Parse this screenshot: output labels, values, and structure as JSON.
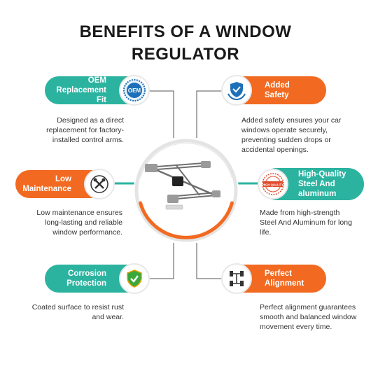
{
  "title_line1": "BENEFITS OF A WINDOW",
  "title_line2": "REGULATOR",
  "colors": {
    "teal": "#2bb3a0",
    "orange": "#f26a21",
    "ring_gray": "#e4e4e4"
  },
  "features": [
    {
      "title_lines": [
        "OEM",
        "Replacement Fit"
      ],
      "icon": "oem-seal-icon",
      "badge_text": "OEM",
      "description": [
        "Designed as a direct",
        "replacement for factory-",
        "installed control arms."
      ]
    },
    {
      "title_lines": [
        "Added",
        "Safety"
      ],
      "icon": "shield-hands-icon",
      "description": [
        "Added safety ensures your car",
        "windows operate securely,",
        "preventing sudden drops or",
        "accidental openings."
      ]
    },
    {
      "title_lines": [
        "Low",
        "Maintenance"
      ],
      "icon": "tools-icon",
      "description": [
        "Low maintenance ensures",
        "long-lasting and reliable",
        "window performance."
      ]
    },
    {
      "title_lines": [
        "High-Quality",
        "Steel And",
        "aluminum"
      ],
      "icon": "high-quality-stamp-icon",
      "badge_text": "HIGH QUALITY",
      "description": [
        "Made from high-strength",
        "Steel And Aluminum for long",
        "life."
      ]
    },
    {
      "title_lines": [
        "Corrosion",
        "Protection"
      ],
      "icon": "shield-check-icon",
      "description": [
        "Coated surface to resist rust",
        "and wear."
      ]
    },
    {
      "title_lines": [
        "Perfect",
        "Alignment"
      ],
      "icon": "wheel-alignment-icon",
      "description": [
        "Perfect alignment guarantees",
        "smooth and balanced window",
        "movement every time."
      ]
    }
  ],
  "product_image": "window-regulator-image"
}
